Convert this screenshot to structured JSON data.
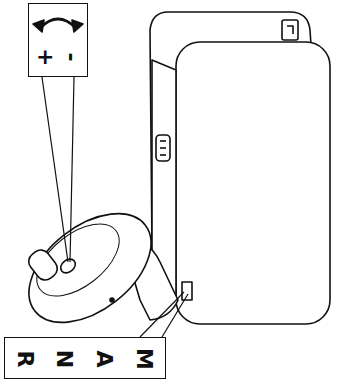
{
  "diagram": {
    "nodes": [
      {
        "text": [
          "+",
          "-"
        ]
      },
      {
        "text": [
          "R",
          "N",
          "A",
          "M"
        ]
      }
    ]
  }
}
